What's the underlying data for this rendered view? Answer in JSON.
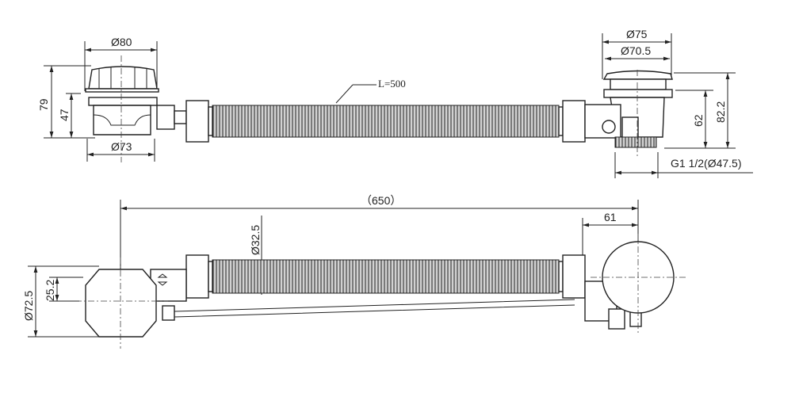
{
  "title": "Bath waste drain assembly technical drawing",
  "dimensions": {
    "top_left": {
      "cap_diameter": "Ø80",
      "height_total": "79",
      "height_body": "47",
      "body_diameter": "Ø73"
    },
    "hose": {
      "length": "L=500"
    },
    "top_right": {
      "cap_outer": "Ø75",
      "cap_inner": "Ø70.5",
      "height_body": "62",
      "height_total": "82.2",
      "thread": "G1 1/2(Ø47.5)"
    },
    "bottom": {
      "overall_length": "（650）",
      "right_offset": "61",
      "hose_diameter": "Ø32.5",
      "overflow_diameter": "Ø72.5",
      "overflow_offset": "25.2"
    }
  }
}
